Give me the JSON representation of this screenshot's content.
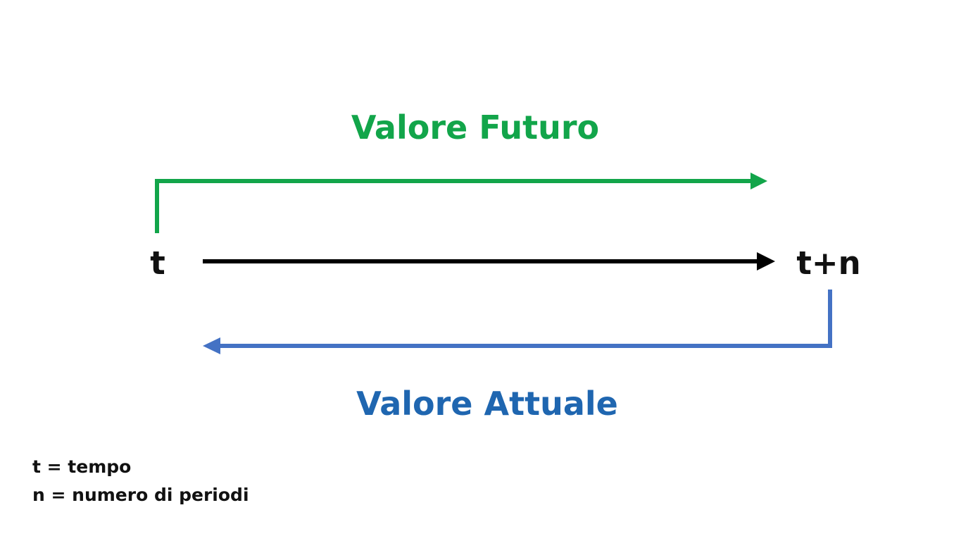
{
  "diagram": {
    "future_value_label": "Valore Futuro",
    "present_value_label": "Valore Attuale",
    "start_time_label": "t",
    "end_time_label": "t+n"
  },
  "legend": {
    "items": [
      "t = tempo",
      "n = numero di periodi"
    ]
  },
  "colors": {
    "future_value": "#12a54a",
    "present_value": "#4472c4",
    "present_value_text": "#1f66b0",
    "timeline": "#000000"
  }
}
